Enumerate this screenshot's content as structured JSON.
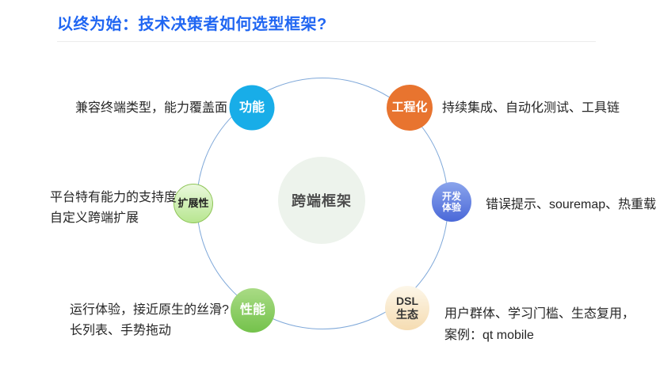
{
  "title": "以终为始：技术决策者如何选型框架?",
  "colors": {
    "title_blue": "#2066f2",
    "outer_circle_stroke": "#7fa8d9",
    "center_node_fill": "#edf3ec",
    "features_node": "#18ade8",
    "engineering_node": "#e8742f",
    "extensibility_node": "#b7e690",
    "dev_experience_node": "#4a68d8",
    "performance_node": "#74c24b",
    "dsl_ecosystem_node": "#f5dcb2"
  },
  "diagram": {
    "center_label": "跨端框架",
    "nodes": {
      "features": {
        "label": "功能"
      },
      "engineering": {
        "label": "工程化"
      },
      "extensibility": {
        "label": "扩展性"
      },
      "dev_experience": {
        "line1": "开发",
        "line2": "体验"
      },
      "performance": {
        "label": "性能"
      },
      "dsl_ecosystem": {
        "line1": "DSL",
        "line2": "生态"
      }
    },
    "annotations": {
      "features": {
        "line1": "兼容终端类型，能力覆盖面"
      },
      "engineering": {
        "line1": "持续集成、自动化测试、工具链"
      },
      "extensibility": {
        "line1": "平台特有能力的支持度",
        "line2": "自定义跨端扩展"
      },
      "dev_experience": {
        "line1": "错误提示、souremap、热重载"
      },
      "performance": {
        "line1": "运行体验，接近原生的丝滑?",
        "line2": "长列表、手势拖动"
      },
      "dsl_ecosystem": {
        "line1": "用户群体、学习门槛、生态复用，",
        "line2": "案例：qt mobile"
      }
    }
  }
}
